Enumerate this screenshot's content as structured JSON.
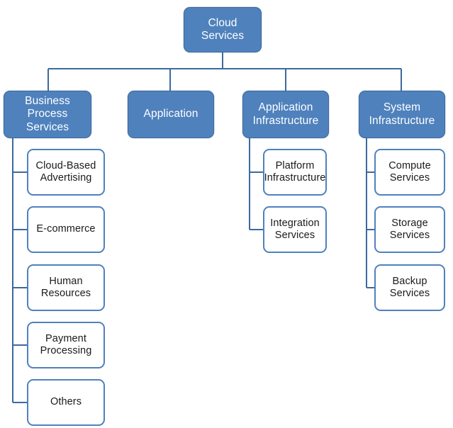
{
  "diagram": {
    "type": "tree-hierarchy",
    "title": "Cloud Services",
    "colors": {
      "node_fill": "#4F81BD",
      "node_border": "#3C6A9E",
      "leaf_fill": "#FFFFFF",
      "leaf_border": "#4F81BD",
      "connector": "#3C6A9E",
      "node_text": "#FFFFFF",
      "leaf_text": "#1A1A1A",
      "background": "#FFFFFF"
    },
    "root": {
      "label": "Cloud\nServices"
    },
    "branches": [
      {
        "label": "Business Process\nServices",
        "children": [
          {
            "label": "Cloud-Based\nAdvertising"
          },
          {
            "label": "E-commerce"
          },
          {
            "label": "Human\nResources"
          },
          {
            "label": "Payment\nProcessing"
          },
          {
            "label": "Others"
          }
        ]
      },
      {
        "label": "Application",
        "children": []
      },
      {
        "label": "Application\nInfrastructure",
        "children": [
          {
            "label": "Platform\nInfrastructure"
          },
          {
            "label": "Integration\nServices"
          }
        ]
      },
      {
        "label": "System\nInfrastructure",
        "children": [
          {
            "label": "Compute\nServices"
          },
          {
            "label": "Storage\nServices"
          },
          {
            "label": "Backup\nServices"
          }
        ]
      }
    ]
  }
}
